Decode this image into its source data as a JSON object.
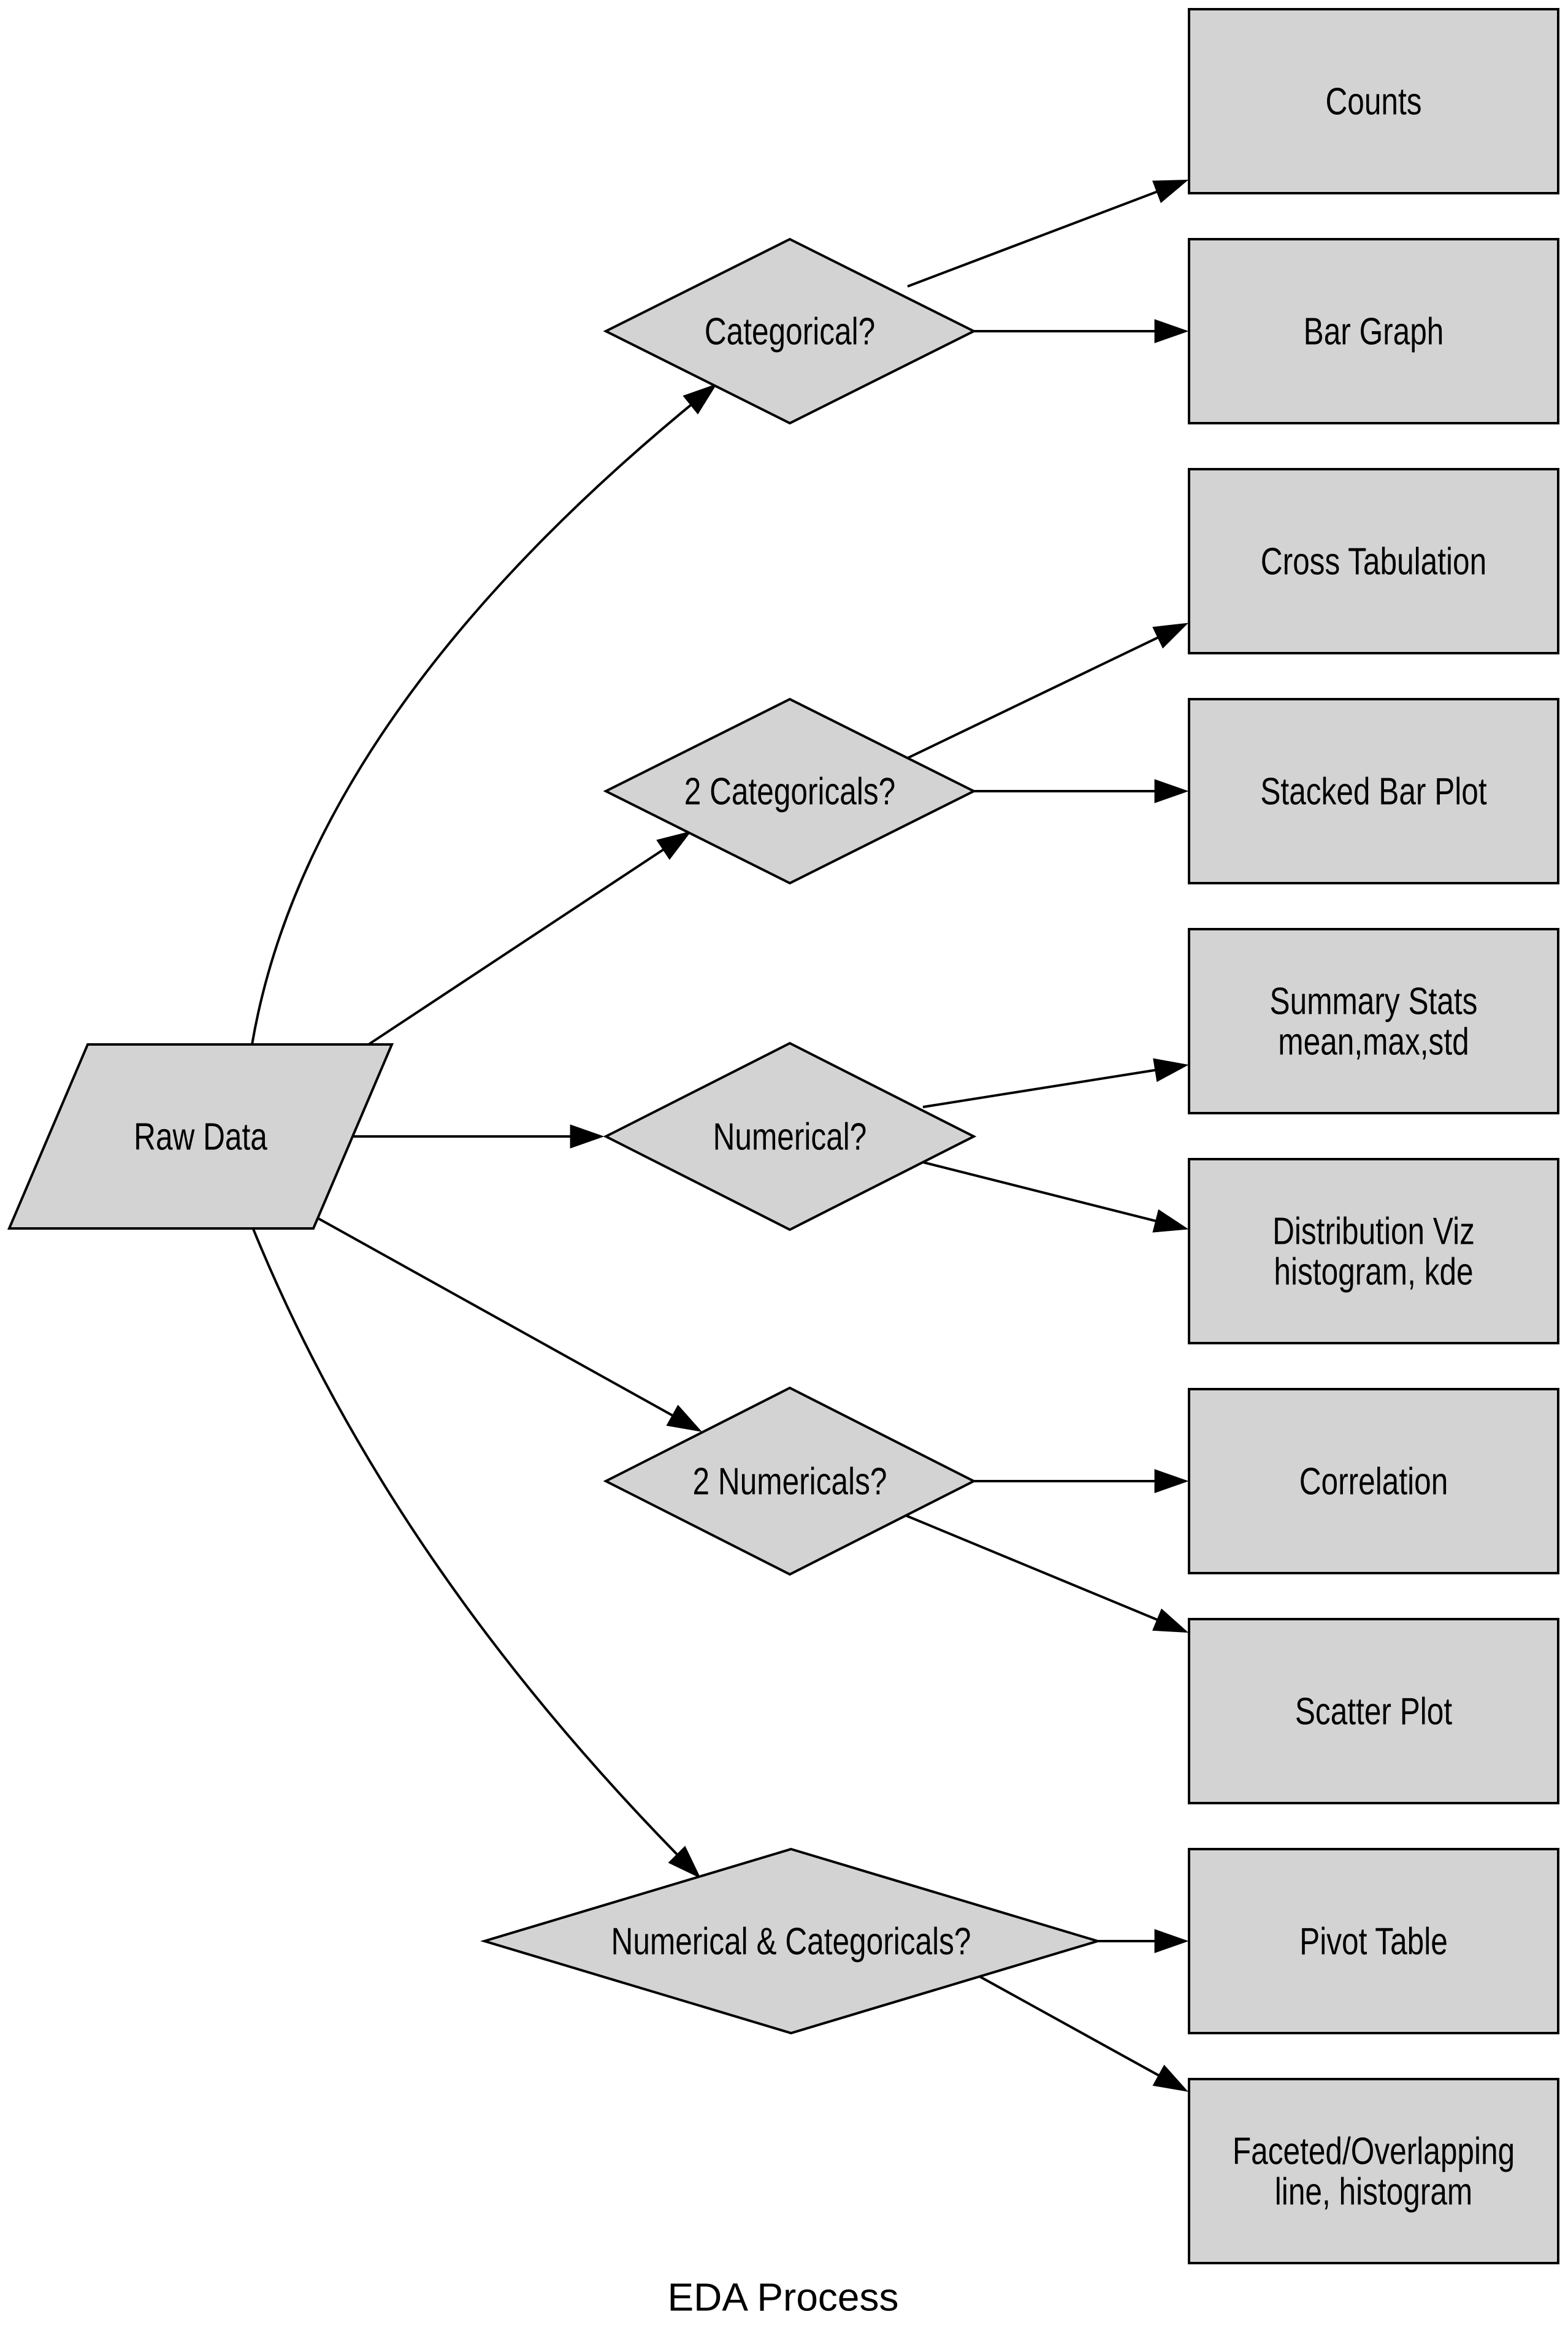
{
  "diagram": {
    "caption": "EDA Process",
    "colors": {
      "node_fill": "#d3d3d3",
      "node_stroke": "#000000",
      "edge": "#000000",
      "text": "#000000",
      "background": "#ffffff"
    },
    "nodes": {
      "raw_data": {
        "label": "Raw Data",
        "shape": "parallelogram"
      },
      "categorical": {
        "label": "Categorical?",
        "shape": "diamond"
      },
      "two_categoricals": {
        "label": "2 Categoricals?",
        "shape": "diamond"
      },
      "numerical": {
        "label": "Numerical?",
        "shape": "diamond"
      },
      "two_numericals": {
        "label": "2 Numericals?",
        "shape": "diamond"
      },
      "numerical_and_categoricals": {
        "label": "Numerical & Categoricals?",
        "shape": "diamond"
      },
      "counts": {
        "label": "Counts",
        "shape": "box"
      },
      "bar_graph": {
        "label": "Bar Graph",
        "shape": "box"
      },
      "cross_tabulation": {
        "label": "Cross Tabulation",
        "shape": "box"
      },
      "stacked_bar_plot": {
        "label": "Stacked Bar Plot",
        "shape": "box"
      },
      "summary_stats": {
        "line1": "Summary Stats",
        "line2": "mean,max,std",
        "shape": "box"
      },
      "distribution_viz": {
        "line1": "Distribution Viz",
        "line2": "histogram, kde",
        "shape": "box"
      },
      "correlation": {
        "label": "Correlation",
        "shape": "box"
      },
      "scatter_plot": {
        "label": "Scatter Plot",
        "shape": "box"
      },
      "pivot_table": {
        "label": "Pivot Table",
        "shape": "box"
      },
      "faceted_overlapping": {
        "line1": "Faceted/Overlapping",
        "line2": "line, histogram",
        "shape": "box"
      }
    },
    "edges": [
      {
        "from": "raw_data",
        "to": "categorical"
      },
      {
        "from": "raw_data",
        "to": "two_categoricals"
      },
      {
        "from": "raw_data",
        "to": "numerical"
      },
      {
        "from": "raw_data",
        "to": "two_numericals"
      },
      {
        "from": "raw_data",
        "to": "numerical_and_categoricals"
      },
      {
        "from": "categorical",
        "to": "counts"
      },
      {
        "from": "categorical",
        "to": "bar_graph"
      },
      {
        "from": "two_categoricals",
        "to": "cross_tabulation"
      },
      {
        "from": "two_categoricals",
        "to": "stacked_bar_plot"
      },
      {
        "from": "numerical",
        "to": "summary_stats"
      },
      {
        "from": "numerical",
        "to": "distribution_viz"
      },
      {
        "from": "two_numericals",
        "to": "correlation"
      },
      {
        "from": "two_numericals",
        "to": "scatter_plot"
      },
      {
        "from": "numerical_and_categoricals",
        "to": "pivot_table"
      },
      {
        "from": "numerical_and_categoricals",
        "to": "faceted_overlapping"
      }
    ]
  }
}
